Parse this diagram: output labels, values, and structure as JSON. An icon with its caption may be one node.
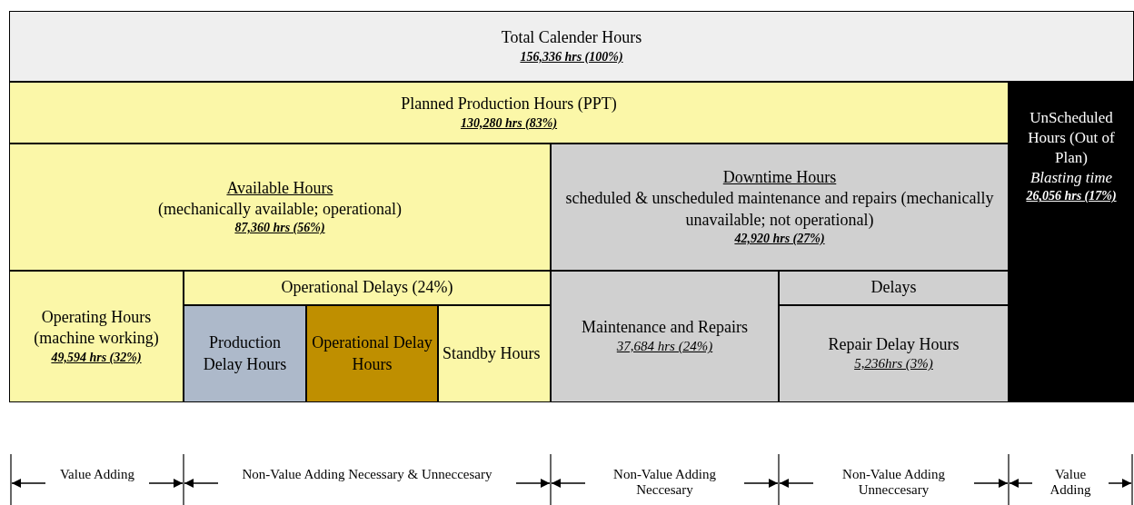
{
  "diagram": {
    "nodes": [
      {
        "text": [
          "Total Calender Hours",
          "156,336 hrs (100%)"
        ]
      },
      {
        "text": [
          "Planned Production Hours (PPT)",
          "130,280 hrs (83%)"
        ]
      },
      {
        "text": [
          "UnScheduled Hours (Out of Plan)",
          "Blasting time",
          "26,056 hrs (17%)"
        ]
      },
      {
        "text": [
          "Available Hours",
          "(mechanically available; operational)",
          "87,360 hrs (56%)"
        ]
      },
      {
        "text": [
          "Downtime Hours",
          "scheduled & unscheduled maintenance and repairs (mechanically unavailable; not operational)",
          "42,920 hrs (27%)"
        ]
      },
      {
        "text": [
          "Operating Hours (machine working)",
          "49,594 hrs (32%)"
        ]
      },
      {
        "text": [
          "Operational Delays (24%)"
        ]
      },
      {
        "text": [
          "Maintenance and Repairs",
          "37,684 hrs (24%)"
        ]
      },
      {
        "text": [
          "Delays"
        ]
      },
      {
        "text": [
          "Production Delay Hours"
        ]
      },
      {
        "text": [
          "Operational Delay Hours"
        ]
      },
      {
        "text": [
          "Standby Hours"
        ]
      },
      {
        "text": [
          "Repair Delay Hours",
          "5,236hrs (3%)"
        ]
      }
    ],
    "labels": [
      "Value Adding",
      "Non-Value Adding Necessary & Unneccesary",
      "Non-Value Adding Neccesary",
      "Non-Value Adding Unneccesary",
      "Value Adding"
    ]
  }
}
